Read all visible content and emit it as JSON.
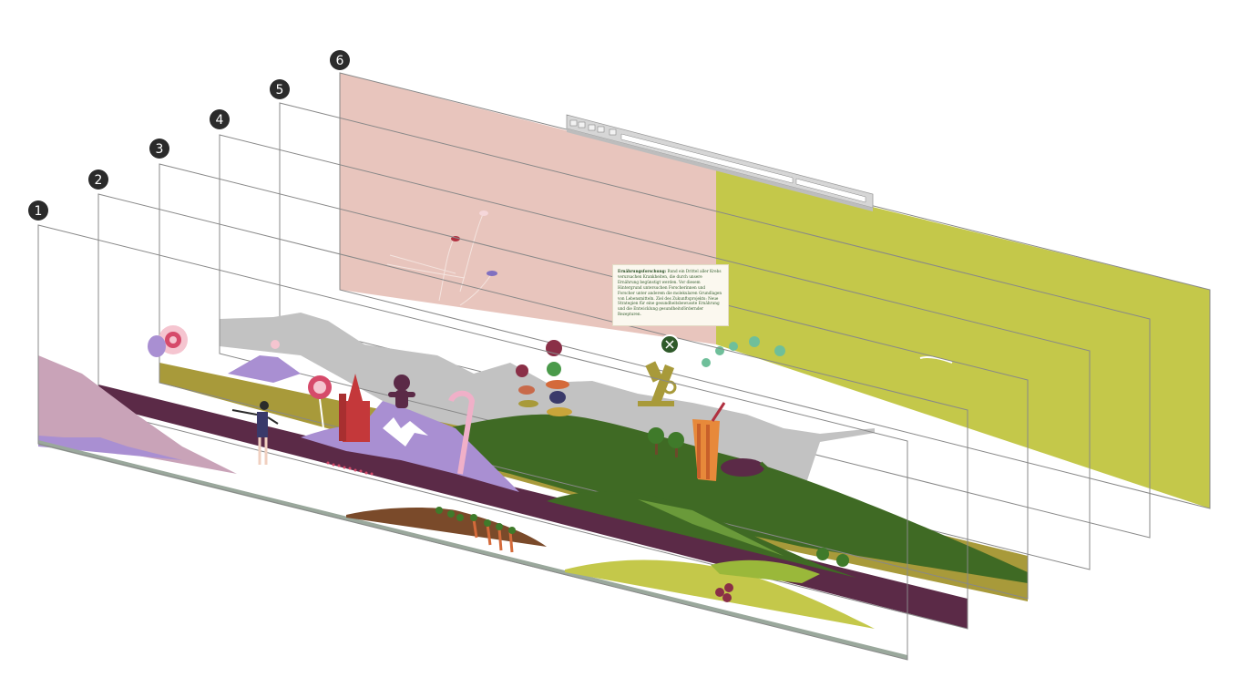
{
  "layers": [
    {
      "number": "1",
      "label": "layer-1"
    },
    {
      "number": "2",
      "label": "layer-2"
    },
    {
      "number": "3",
      "label": "layer-3"
    },
    {
      "number": "4",
      "label": "layer-4"
    },
    {
      "number": "5",
      "label": "layer-5"
    },
    {
      "number": "6",
      "label": "layer-6"
    }
  ],
  "tooltip": {
    "title": "Ernährungsforschung:",
    "body": "Rund ein Drittel aller Krebs verursachen Krankheiten, die durch unsere Ernährung begünstigt werden. Vor diesem Hintergrund untersuchen Forscherinnen und Forscher unter anderem die molekularen Grundlagen von Lebensmitteln. Ziel des Zukunftsprojekts: Neue Strategien für eine gesundheitsbewusste Ernährung und die Entwicklung gesundheitsfördernder Rezepturen."
  },
  "colors": {
    "layer6_pink": "#e8c5bd",
    "layer6_green": "#c4c84a",
    "dark_plum": "#5b2a47",
    "olive": "#a89a3a",
    "forest": "#3f6a24",
    "lavender": "#a98fd2",
    "mauve": "#c9a3b8",
    "gray_hills": "#c2c2c2",
    "ground_line": "#9aa89c",
    "badge": "#2b2b2b"
  },
  "icons": [
    "close-circle-icon",
    "browser-window-icon"
  ]
}
